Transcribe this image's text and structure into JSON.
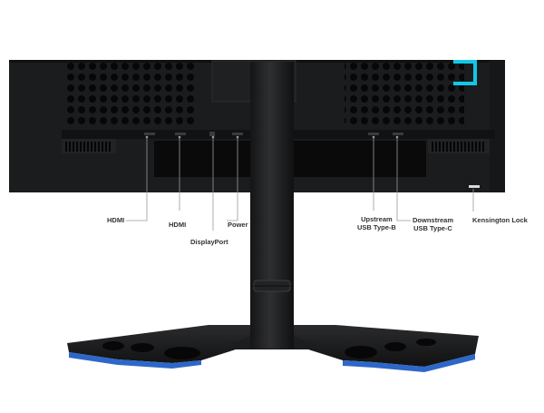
{
  "port_labels": {
    "hdmi_1": "HDMI",
    "hdmi_2": "HDMI",
    "displayport": "DisplayPort",
    "power": "Power",
    "usb_b_line1": "Upstream",
    "usb_b_line2": "USB Type-B",
    "usb_c_line1": "Downstream",
    "usb_c_line2": "USB Type-C",
    "kensington": "Kensington Lock"
  },
  "colors": {
    "monitor_body": "#1b1c1e",
    "accent_cyan": "#12c8e6",
    "stand_blue": "#2d67c8"
  }
}
